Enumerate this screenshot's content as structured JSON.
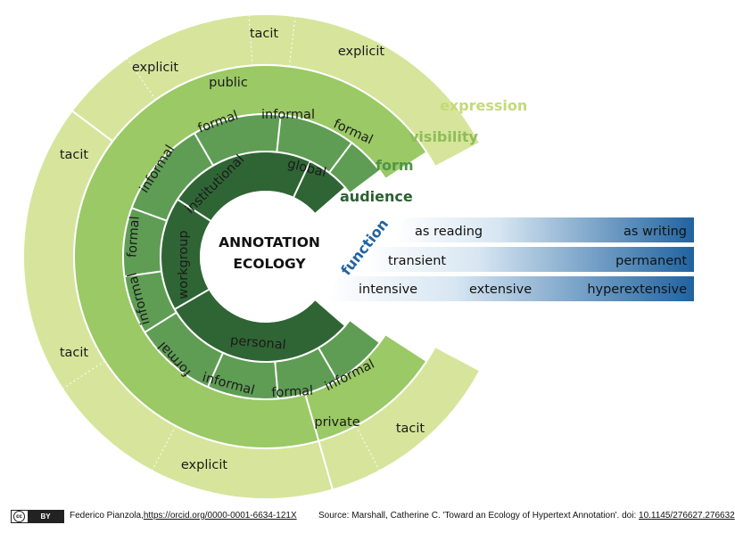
{
  "center": {
    "line1": "ANNOTATION",
    "line2": "ECOLOGY"
  },
  "dimensions": {
    "expression": "expression",
    "visibility": "visibility",
    "form": "form",
    "audience": "audience",
    "function": "function"
  },
  "rings": {
    "expression": {
      "segments": [
        "tacit",
        "explicit",
        "explicit",
        "tacit",
        "tacit",
        "explicit",
        "tacit"
      ]
    },
    "visibility": {
      "segments": [
        "public",
        "private"
      ]
    },
    "form": {
      "segments": [
        "formal",
        "informal",
        "formal",
        "informal",
        "formal",
        "informal",
        "formal",
        "informal",
        "formal",
        "informal"
      ]
    },
    "audience": {
      "segments": [
        "global",
        "institutional",
        "workgroup",
        "personal"
      ]
    }
  },
  "function_bars": [
    {
      "labels": [
        "as reading",
        "as writing"
      ]
    },
    {
      "labels": [
        "transient",
        "permanent"
      ]
    },
    {
      "labels": [
        "intensive",
        "extensive",
        "hyperextensive"
      ]
    }
  ],
  "colors": {
    "expression": "#d6e59b",
    "visibility": "#9ac965",
    "form": "#5f9d55",
    "audience": "#2f6534",
    "function": "#2063a0"
  },
  "footer": {
    "cc_label": "cc",
    "cc_box": "BY",
    "author": "Federico Pianzola,",
    "orcid": "https://orcid.org/0000-0001-6634-121X",
    "source": "Source: Marshall, Catherine C. 'Toward an Ecology of Hypertext Annotation'. doi: ",
    "doi": "10.1145/276627.276632"
  }
}
